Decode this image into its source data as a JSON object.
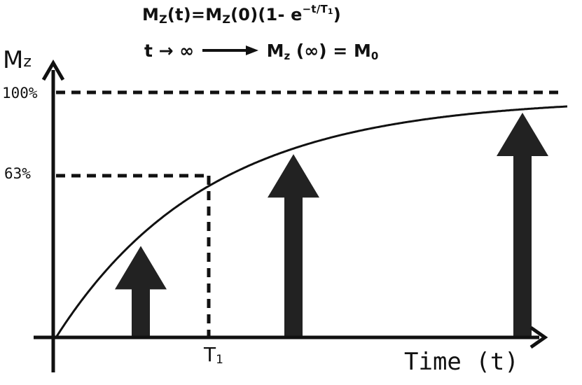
{
  "equations": {
    "eq1": {
      "lhs": "M",
      "lhs_sub": "Z",
      "lhs_arg": "(t)=",
      "rhs": "M",
      "rhs_sub": "Z",
      "rhs_arg": "(0)(1- e",
      "exp": "−t/T",
      "exp_sub": "1",
      "close": ")"
    },
    "eq2": {
      "lhs": "t → ∞",
      "rhs_m": "M",
      "rhs_sub": "z",
      "rhs_arg": " (∞) = M",
      "rhs_sub2": "0"
    }
  },
  "axes": {
    "y_label": "M",
    "y_label_sub": "z",
    "x_label": "Time (t)",
    "tick_100": "100%",
    "tick_63": "63%",
    "t1_label": "T",
    "t1_sub": "1"
  },
  "colors": {
    "ink": "#111111",
    "arrow_fill": "#222222",
    "background": "#ffffff"
  },
  "model": {
    "curve": "1 - exp(-t/T1)",
    "level_at_T1": 0.63,
    "asymptote_level": 1.0,
    "arrow_times_in_T1": [
      0.5,
      1.5,
      3.0
    ]
  }
}
